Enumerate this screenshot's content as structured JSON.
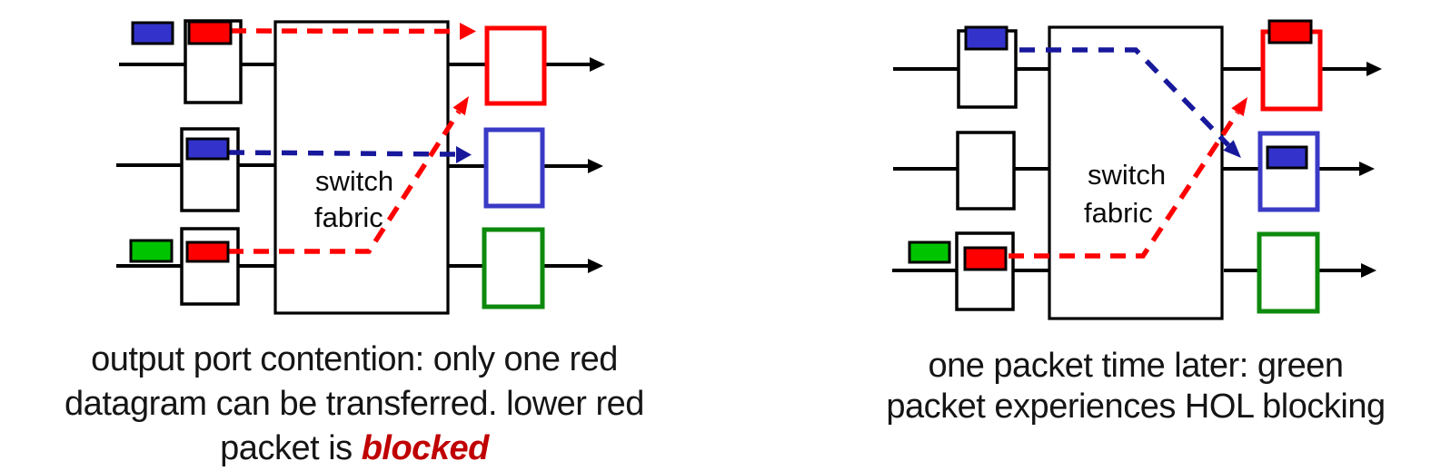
{
  "palette": {
    "black": "#000000",
    "red": "#ff0000",
    "blue-packet": "#3333cc",
    "blue-box": "#3a3ac6",
    "blue-dash": "#18189c",
    "green-packet": "#00c400",
    "green-box": "#0d8a0d",
    "caption": "#151515",
    "emph": "#c00000",
    "white": "#ffffff"
  },
  "left_diagram": {
    "fabric_label_line1": "switch",
    "fabric_label_line2": "fabric",
    "caption": {
      "line1": "output port contention: only one red",
      "line2": "datagram can be transferred. lower red",
      "line3_prefix": "packet is ",
      "line3_emph": "blocked"
    }
  },
  "right_diagram": {
    "fabric_label_line1": "switch",
    "fabric_label_line2": "fabric",
    "caption": {
      "line1": "one packet time later: green",
      "line2": "packet experiences HOL blocking"
    }
  }
}
